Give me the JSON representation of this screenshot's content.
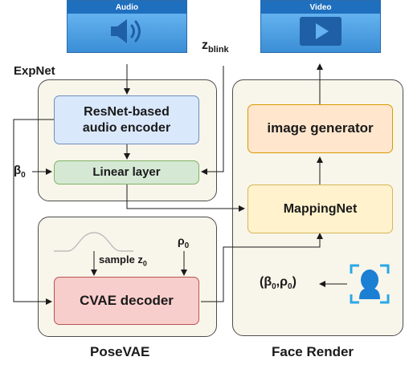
{
  "icons": {
    "audio_icon": "speaker-icon",
    "video_icon": "play-icon",
    "face_icon": "face-scan-icon"
  },
  "colors": {
    "group_fill": "#f8f5eb",
    "encoder_fill": "#dae8fc",
    "linear_fill": "#d5e8d4",
    "decoder_fill": "#f8cecc",
    "mapping_fill": "#fff2cc",
    "generator_fill": "#ffe6cc",
    "window_blue": "#3c8fd4"
  },
  "windows": {
    "audio": "Audio",
    "video": "Video"
  },
  "groups": {
    "expnet": "ExpNet",
    "posevae": "PoseVAE",
    "face_render": "Face Render"
  },
  "nodes": {
    "audio_encoder": "ResNet-based audio encoder",
    "linear_layer": "Linear layer",
    "cvae_decoder": "CVAE decoder",
    "mapping_net": "MappingNet",
    "image_generator": "image generator"
  },
  "labels": {
    "z_blink_main": "z",
    "z_blink_sub": "blink",
    "beta0_main": "β",
    "beta0_sub": "0",
    "rho0_main": "ρ",
    "rho0_sub": "0",
    "sample_main": "sample z",
    "sample_sub": "0",
    "face_params_open": "(β",
    "face_params_sub1": "0",
    "face_params_mid": ",ρ",
    "face_params_sub2": "0",
    "face_params_close": ")"
  }
}
